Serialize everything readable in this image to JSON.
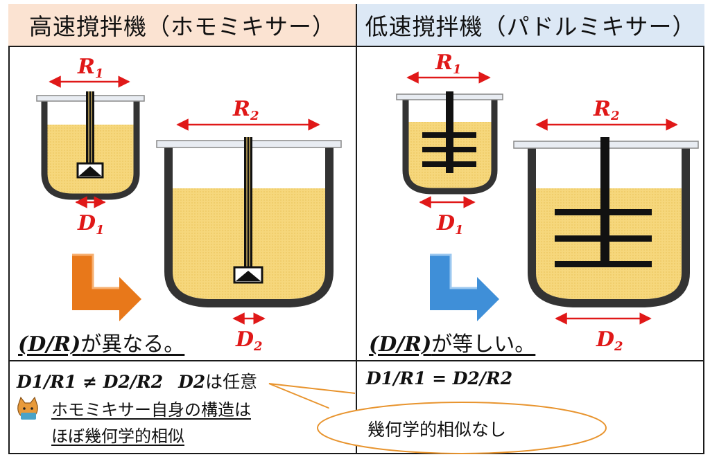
{
  "headers": {
    "left": "高速撹拌機（ホモミキサー）",
    "right": "低速撹拌機（パドルミキサー）"
  },
  "labels": {
    "r1": "R",
    "r1_sub": "1",
    "r2": "R",
    "r2_sub": "2",
    "d1": "D",
    "d1_sub": "1",
    "d2": "D",
    "d2_sub": "2"
  },
  "captions": {
    "left_ratio": "(D/R)",
    "left_text": "が異なる。",
    "right_ratio": "(D/R)",
    "right_text": "が等しい。"
  },
  "formulas": {
    "left": "D1/R1 ≠ D2/R2",
    "left_suffix_var": "D2",
    "left_suffix_text": "は任意",
    "right": "D1/R1 = D2/R2"
  },
  "notes": {
    "line1": "ホモミキサー自身の構造は",
    "line2": "ほぼ幾何学的相似"
  },
  "callout": "幾何学的相似なし",
  "colors": {
    "liquid": "#f6d77c",
    "vessel": "#333333",
    "label_red": "#e01818",
    "arrow_orange": "#e8781a",
    "arrow_blue": "#3f8fd8",
    "callout_border": "#e8942e",
    "header_left_bg": "#fbe3d2",
    "header_right_bg": "#dce8f5"
  }
}
